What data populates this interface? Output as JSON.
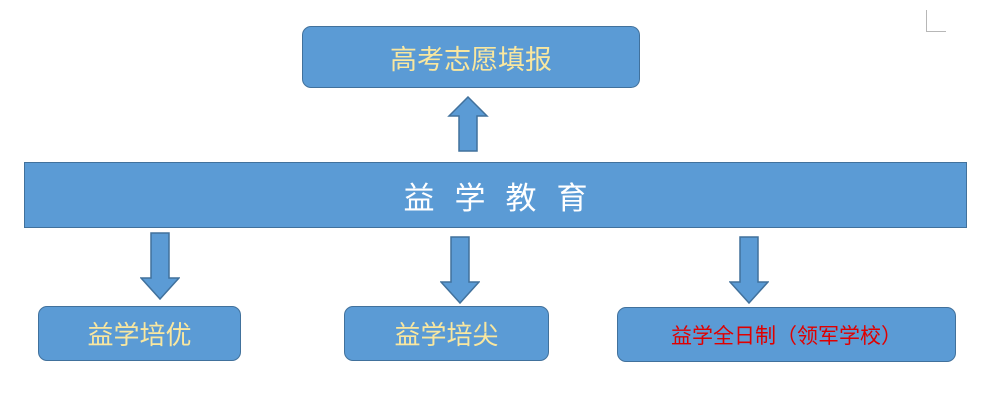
{
  "diagram": {
    "top_node": {
      "label": "高考志愿填报"
    },
    "center_node": {
      "label": "益学教育"
    },
    "child_nodes": [
      {
        "label": "益学培优",
        "text_color": "#f9e79f"
      },
      {
        "label": "益学培尖",
        "text_color": "#f9e79f"
      },
      {
        "label": "益学全日制（领军学校）",
        "text_color": "#e00000"
      }
    ],
    "colors": {
      "box_fill": "#5b9bd5",
      "box_border": "#41719c",
      "accent_text": "#f9e79f"
    }
  }
}
